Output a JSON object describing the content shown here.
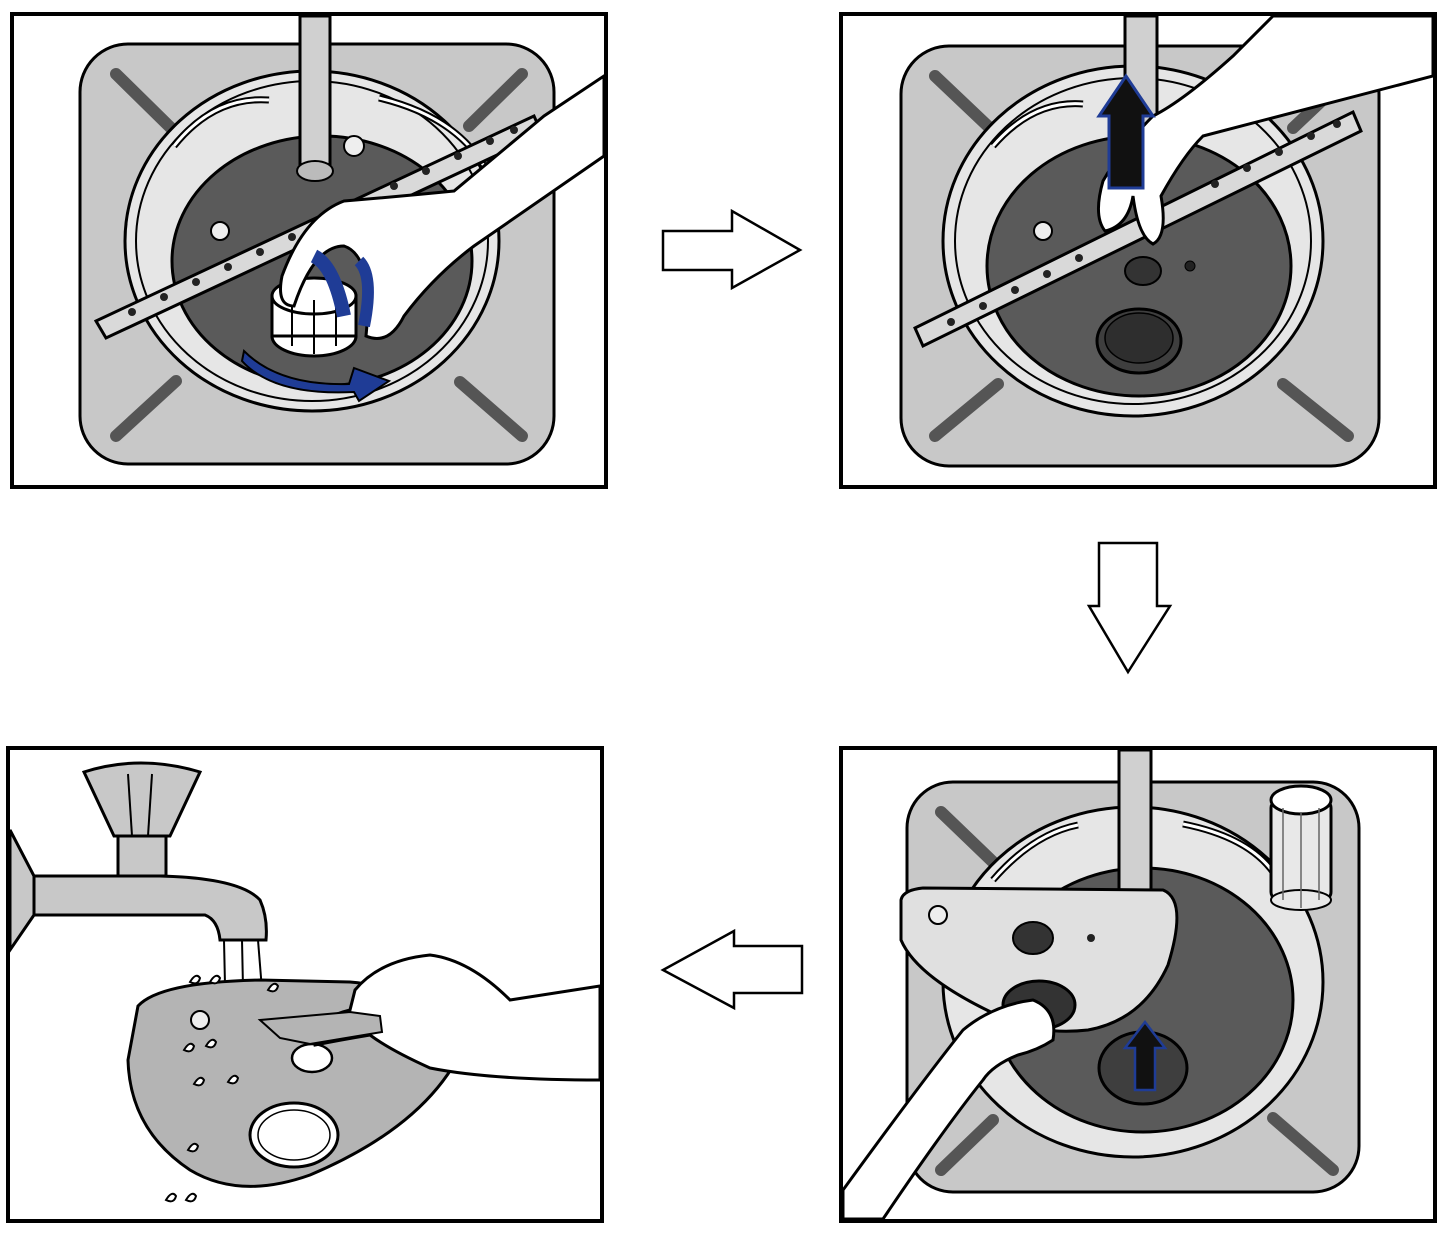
{
  "diagram": {
    "steps": [
      {
        "id": 1,
        "icon": "filter-unscrew-icon"
      },
      {
        "id": 2,
        "icon": "lift-spray-arm-icon"
      },
      {
        "id": 3,
        "icon": "remove-filter-plate-icon"
      },
      {
        "id": 4,
        "icon": "rinse-filter-plate-icon"
      }
    ],
    "flow": [
      "right",
      "down",
      "left"
    ],
    "colors": {
      "outline": "#000000",
      "tub": "#c8c8c8",
      "sump": "#5a5a5a",
      "sump_deep": "#3e3e3e",
      "plate": "#b4b4b4",
      "accent_blue": "#1f3c96",
      "arrow_fill": "#ffffff",
      "water": "#ffffff"
    }
  }
}
